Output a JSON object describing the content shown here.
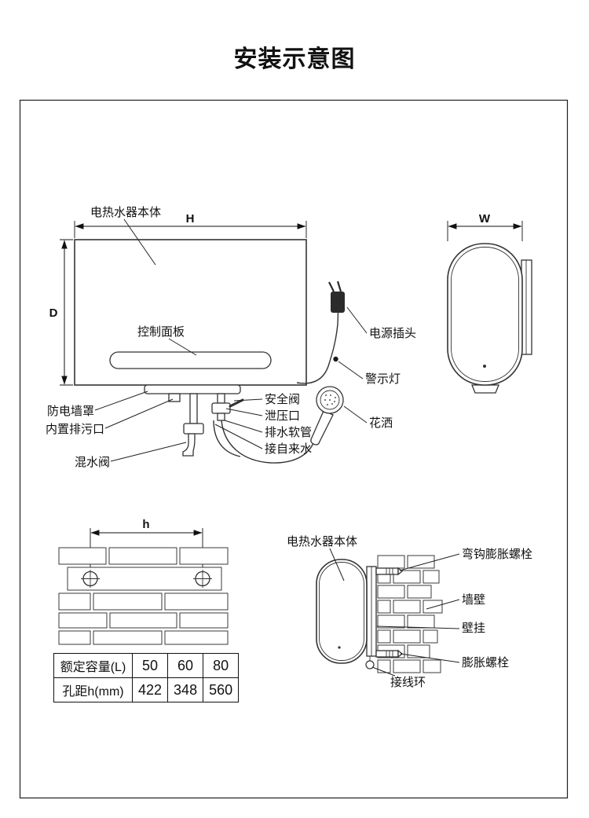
{
  "page": {
    "title": "安装示意图"
  },
  "front_view": {
    "dim_h": "H",
    "dim_d": "D",
    "body_label": "电热水器本体",
    "control_panel_label": "控制面板",
    "anti_electric_cover_label": "防电墙罩",
    "drain_outlet_label": "内置排污口",
    "mixing_valve_label": "混水阀",
    "safety_valve_label": "安全阀",
    "pressure_relief_label": "泄压口",
    "drain_hose_label": "排水软管",
    "tap_water_label": "接自来水",
    "power_plug_label": "电源插头",
    "warning_light_label": "警示灯",
    "shower_label": "花洒"
  },
  "side_view": {
    "dim_w": "W"
  },
  "mounting_view": {
    "dim_h": "h"
  },
  "spec_table": {
    "rows": [
      {
        "label": "额定容量(L)",
        "values": [
          "50",
          "60",
          "80"
        ]
      },
      {
        "label": "孔距h(mm)",
        "values": [
          "422",
          "348",
          "560"
        ]
      }
    ]
  },
  "install_view": {
    "body_label": "电热水器本体",
    "hook_expansion_bolt_label": "弯钩膨胀螺栓",
    "wall_label": "墙壁",
    "wall_bracket_label": "壁挂",
    "expansion_bolt_label": "膨胀螺栓",
    "wiring_ring_label": "接线环"
  },
  "colors": {
    "line": "#333333",
    "text": "#111111",
    "plug": "#2b2b2b"
  }
}
